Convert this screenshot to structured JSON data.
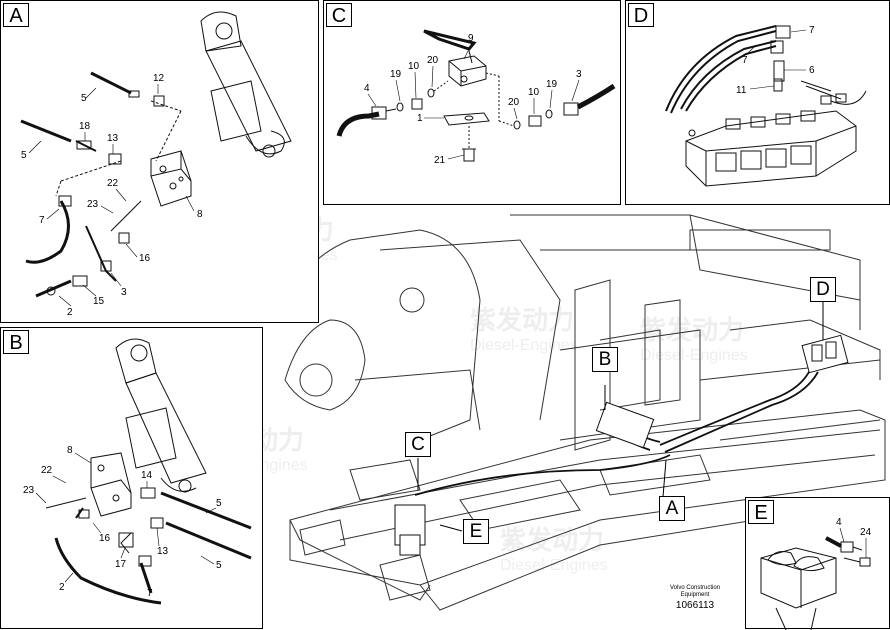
{
  "panels": {
    "A": {
      "label": "A",
      "numbers": [
        "12",
        "5",
        "18",
        "13",
        "5",
        "22",
        "23",
        "8",
        "7",
        "16",
        "3",
        "15",
        "2"
      ]
    },
    "B": {
      "label": "B",
      "numbers": [
        "8",
        "22",
        "23",
        "14",
        "5",
        "16",
        "13",
        "5",
        "17",
        "7",
        "2"
      ]
    },
    "C": {
      "label": "C",
      "numbers": [
        "9",
        "4",
        "19",
        "10",
        "20",
        "3",
        "1",
        "20",
        "10",
        "19",
        "21"
      ]
    },
    "D": {
      "label": "D",
      "numbers": [
        "7",
        "7",
        "6",
        "11"
      ]
    },
    "E": {
      "label": "E",
      "numbers": [
        "4",
        "24"
      ]
    }
  },
  "callouts": {
    "A": "A",
    "B": "B",
    "C": "C",
    "D": "D",
    "E": "E"
  },
  "watermark": {
    "brand": "紫发动力",
    "sub": "Diesel-Engines"
  },
  "credit": {
    "line1": "Volvo Construction",
    "line2": "Equipment"
  },
  "doc_number": "1066113"
}
